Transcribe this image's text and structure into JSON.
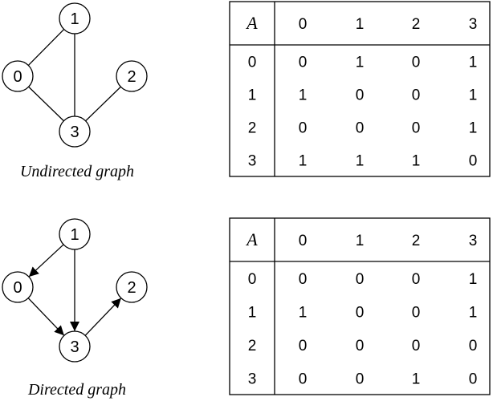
{
  "graphs": [
    {
      "kind": "undirected",
      "caption": "Undirected graph",
      "nodes": [
        "0",
        "1",
        "2",
        "3"
      ],
      "edges": [
        {
          "from": "1",
          "to": "0"
        },
        {
          "from": "1",
          "to": "3"
        },
        {
          "from": "0",
          "to": "3"
        },
        {
          "from": "2",
          "to": "3"
        }
      ],
      "matrix": {
        "corner": "A",
        "headers": [
          "0",
          "1",
          "2",
          "3"
        ],
        "rows": [
          {
            "label": "0",
            "cells": [
              "0",
              "1",
              "0",
              "1"
            ]
          },
          {
            "label": "1",
            "cells": [
              "1",
              "0",
              "0",
              "1"
            ]
          },
          {
            "label": "2",
            "cells": [
              "0",
              "0",
              "0",
              "1"
            ]
          },
          {
            "label": "3",
            "cells": [
              "1",
              "1",
              "1",
              "0"
            ]
          }
        ]
      }
    },
    {
      "kind": "directed",
      "caption": "Directed graph",
      "nodes": [
        "0",
        "1",
        "2",
        "3"
      ],
      "edges": [
        {
          "from": "1",
          "to": "0"
        },
        {
          "from": "1",
          "to": "3"
        },
        {
          "from": "0",
          "to": "3"
        },
        {
          "from": "3",
          "to": "2"
        }
      ],
      "matrix": {
        "corner": "A",
        "headers": [
          "0",
          "1",
          "2",
          "3"
        ],
        "rows": [
          {
            "label": "0",
            "cells": [
              "0",
              "0",
              "0",
              "1"
            ]
          },
          {
            "label": "1",
            "cells": [
              "1",
              "0",
              "0",
              "1"
            ]
          },
          {
            "label": "2",
            "cells": [
              "0",
              "0",
              "0",
              "0"
            ]
          },
          {
            "label": "3",
            "cells": [
              "0",
              "0",
              "1",
              "0"
            ]
          }
        ]
      }
    }
  ]
}
